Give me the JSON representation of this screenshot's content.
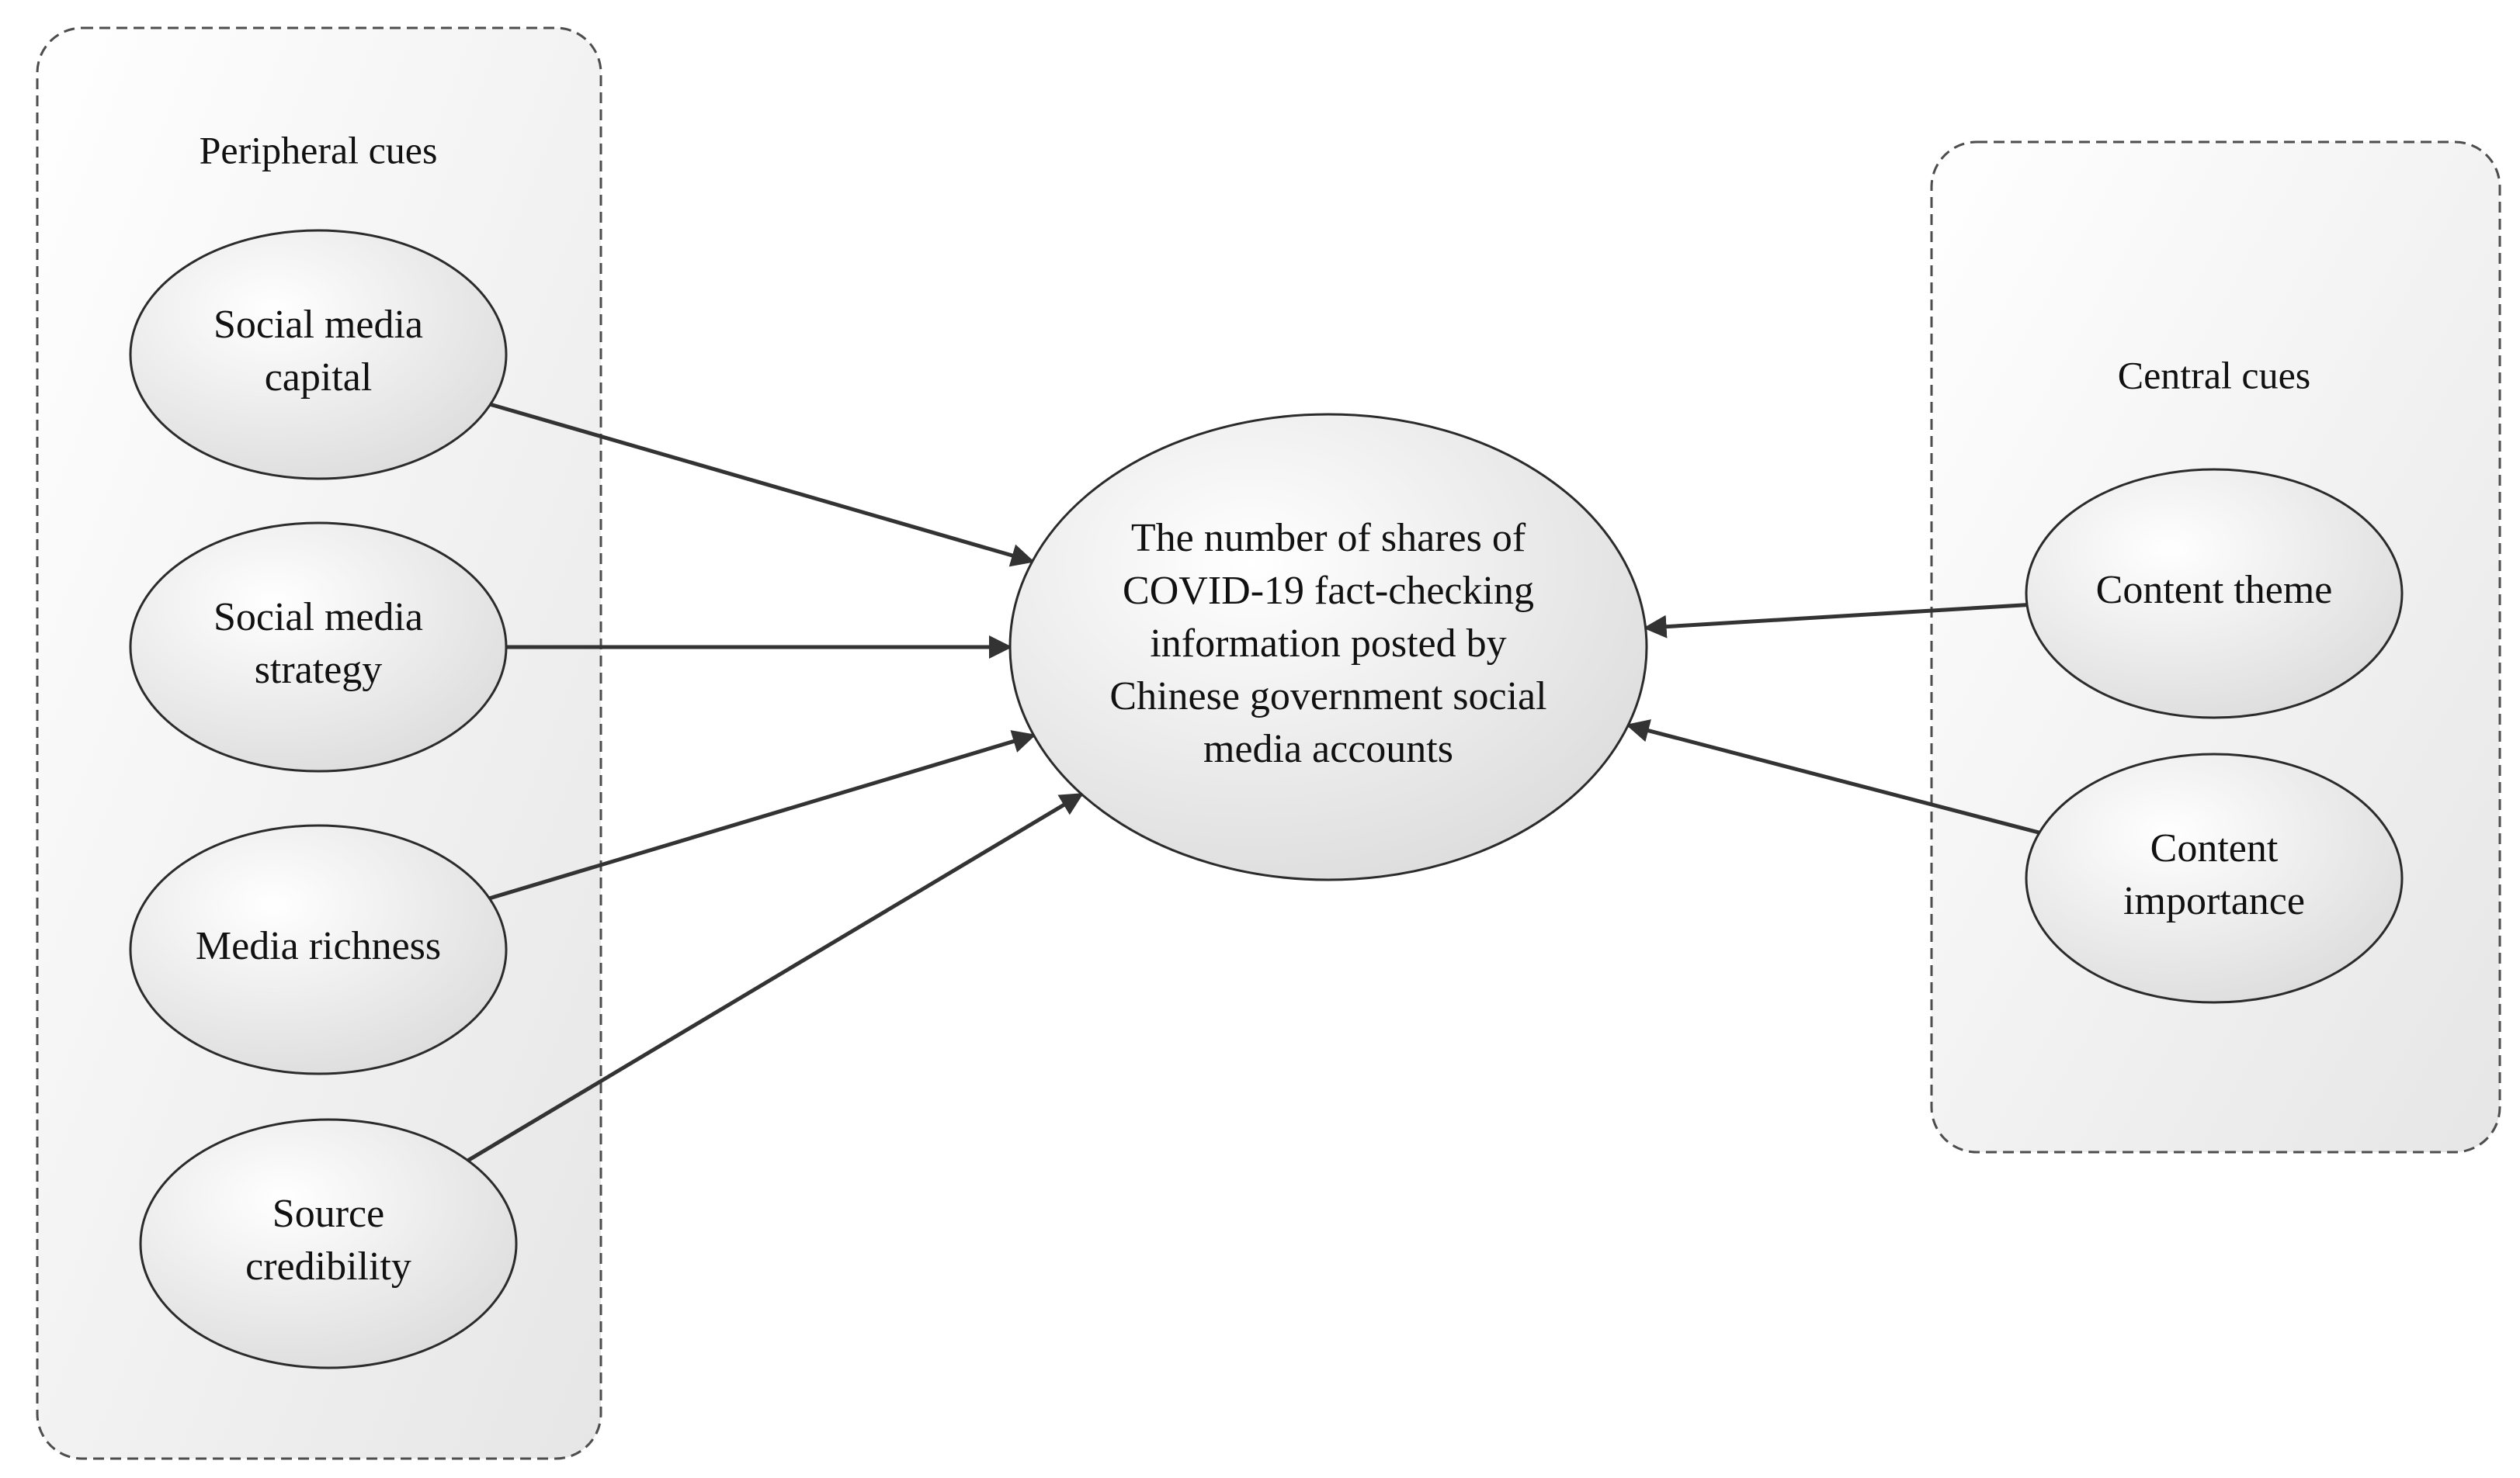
{
  "groups": {
    "peripheral": {
      "title": "Peripheral cues"
    },
    "central": {
      "title": "Central cues"
    }
  },
  "nodes": {
    "social_media_capital": {
      "lines": [
        "Social media",
        "capital"
      ]
    },
    "social_media_strategy": {
      "lines": [
        "Social media",
        "strategy"
      ]
    },
    "media_richness": {
      "lines": [
        "Media richness"
      ]
    },
    "source_credibility": {
      "lines": [
        "Source",
        "credibility"
      ]
    },
    "outcome": {
      "lines": [
        "The number of  shares of",
        "COVID-19 fact-checking",
        "information posted by",
        "Chinese government social",
        "media accounts"
      ]
    },
    "content_theme": {
      "lines": [
        "Content theme"
      ]
    },
    "content_importance": {
      "lines": [
        "Content",
        "importance"
      ]
    }
  },
  "edges": [
    {
      "from": "social_media_capital",
      "to": "outcome"
    },
    {
      "from": "social_media_strategy",
      "to": "outcome"
    },
    {
      "from": "media_richness",
      "to": "outcome"
    },
    {
      "from": "source_credibility",
      "to": "outcome"
    },
    {
      "from": "content_theme",
      "to": "outcome"
    },
    {
      "from": "content_importance",
      "to": "outcome"
    }
  ],
  "colors": {
    "line": "#333333",
    "node_fill_light": "#ffffff",
    "node_fill_dark": "#dcdcdc",
    "group_fill_light": "#ffffff",
    "group_fill_dark": "#e6e6e6"
  }
}
